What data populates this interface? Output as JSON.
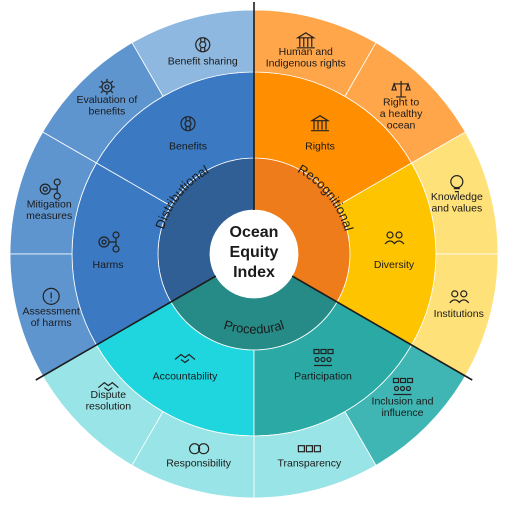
{
  "center": {
    "lines": [
      "Ocean",
      "Equity",
      "Index"
    ],
    "color": "#ffffff"
  },
  "colors": {
    "distributional_core": "#2f5f94",
    "distributional_mid": "#3b79c2",
    "distributional_outer": "#8eb8e0",
    "distributional_outer_alt": "#5f95cf",
    "recognitional_core": "#ee7c1a",
    "recognitional_mid_rights": "#ff8f00",
    "recognitional_mid_diversity": "#ffc400",
    "recognitional_outer_orange": "#ffa64a",
    "recognitional_outer_yellow": "#ffe17a",
    "procedural_core": "#268b87",
    "procedural_mid_accountability": "#1fd6de",
    "procedural_mid_participation": "#2aa9a5",
    "procedural_outer_light": "#99e4e6",
    "procedural_outer_dark": "#3fb6b4"
  },
  "pillars": {
    "distributional": "Distributional",
    "recognitional": "Recognitional",
    "procedural": "Procedural"
  },
  "mid": {
    "benefits": "Benefits",
    "harms": "Harms",
    "rights": "Rights",
    "diversity": "Diversity",
    "accountability": "Accountability",
    "participation": "Participation"
  },
  "outer": {
    "benefit_sharing": [
      "Benefit sharing"
    ],
    "evaluation_of_benefits": [
      "Evaluation of",
      "benefits"
    ],
    "mitigation_measures": [
      "Mitigation",
      "measures"
    ],
    "assessment_of_harms": [
      "Assessment",
      "of harms"
    ],
    "human_indigenous_rights": [
      "Human and",
      "Indigenous rights"
    ],
    "right_healthy_ocean": [
      "Right to",
      "a healthy",
      "ocean"
    ],
    "knowledge_values": [
      "Knowledge",
      "and values"
    ],
    "institutions": [
      "Institutions"
    ],
    "dispute_resolution": [
      "Dispute",
      "resolution"
    ],
    "responsibility": [
      "Responsibility"
    ],
    "transparency": [
      "Transparency"
    ],
    "inclusion_influence": [
      "Inclusion and",
      "influence"
    ]
  }
}
